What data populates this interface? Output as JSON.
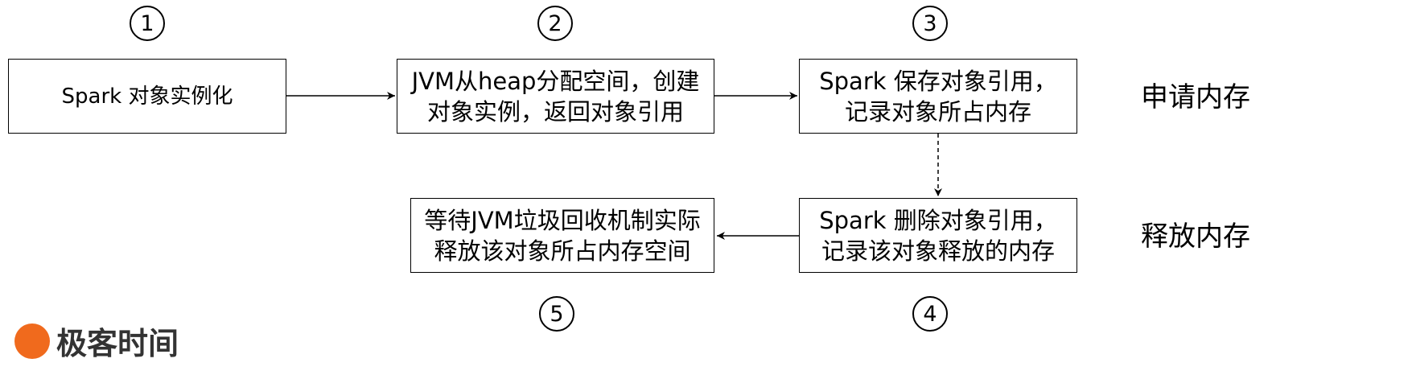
{
  "steps": [
    {
      "number": "1",
      "label": "Spark 对象实例化"
    },
    {
      "number": "2",
      "label": "JVM从heap分配空间，创建\n对象实例，返回对象引用"
    },
    {
      "number": "3",
      "label": "Spark 保存对象引用，\n 记录对象所占内存"
    },
    {
      "number": "4",
      "label": "Spark 删除对象引用，\n记录该对象释放的内存"
    },
    {
      "number": "5",
      "label": "等待JVM垃圾回收机制实际\n释放该对象所占内存空间"
    }
  ],
  "phases": {
    "allocate": "申请内存",
    "release": "释放内存"
  },
  "logo": {
    "text": "极客时间"
  },
  "colors": {
    "line": "#000000",
    "logo": "#f06a1d"
  }
}
